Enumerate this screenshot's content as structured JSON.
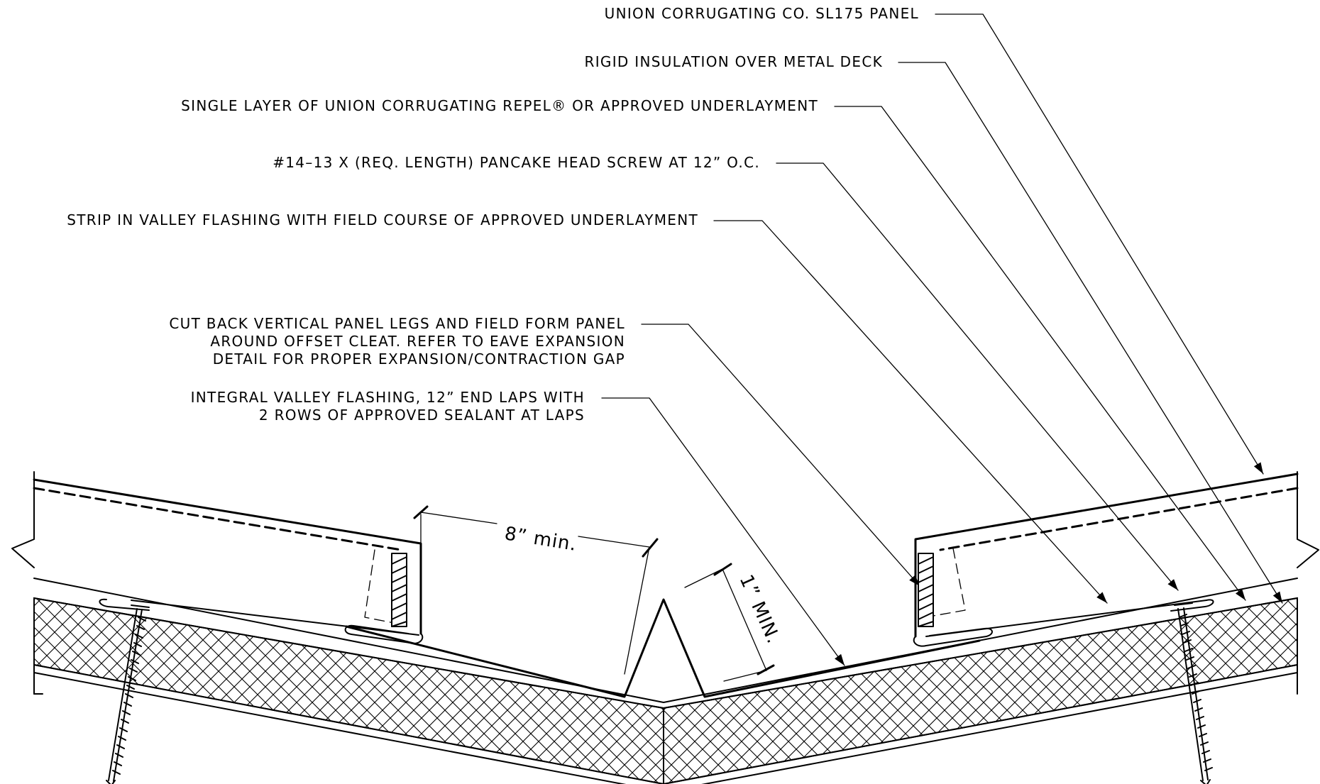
{
  "callouts": [
    {
      "lines": [
        "UNION CORRUGATING CO. SL175 PANEL"
      ]
    },
    {
      "lines": [
        "RIGID INSULATION OVER METAL DECK"
      ]
    },
    {
      "lines": [
        "SINGLE LAYER OF UNION CORRUGATING REPEL® OR APPROVED UNDERLAYMENT"
      ]
    },
    {
      "lines": [
        "#14–13 X (REQ. LENGTH) PANCAKE HEAD SCREW AT 12” O.C."
      ]
    },
    {
      "lines": [
        "STRIP IN VALLEY FLASHING WITH FIELD COURSE OF APPROVED UNDERLAYMENT"
      ]
    },
    {
      "lines": [
        "CUT BACK VERTICAL PANEL LEGS AND FIELD FORM PANEL",
        "AROUND OFFSET CLEAT.  REFER TO EAVE EXPANSION",
        "DETAIL FOR PROPER EXPANSION/CONTRACTION GAP"
      ]
    },
    {
      "lines": [
        "INTEGRAL VALLEY FLASHING, 12” END LAPS WITH",
        "2 ROWS OF APPROVED SEALANT AT LAPS"
      ]
    }
  ],
  "dimensions": {
    "lap_length": "8” min.",
    "hem_height": "1” MIN."
  }
}
